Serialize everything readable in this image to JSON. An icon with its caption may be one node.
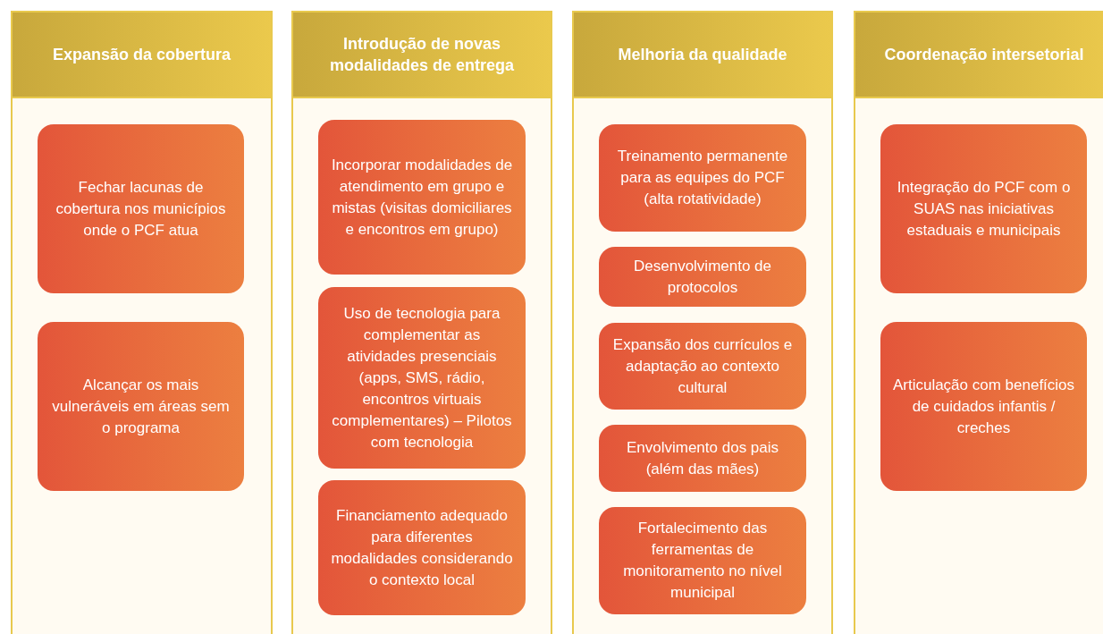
{
  "diagram": {
    "nodes": [
      {
        "text": [
          "Expansão da cobertura"
        ]
      },
      {
        "text": [
          "Fechar lacunas de cobertura nos municípios onde o PCF atua"
        ],
        "in": 0
      },
      {
        "text": [
          "Alcançar os mais vulneráveis em áreas sem o programa"
        ],
        "in": 0
      },
      {
        "text": [
          "Introdução de novas modalidades de entrega"
        ]
      },
      {
        "text": [
          "Incorporar modalidades de atendimento em grupo e mistas (visitas domiciliares e encontros em grupo)"
        ],
        "in": 3
      },
      {
        "text": [
          "Uso de tecnologia para complementar as atividades presenciais (apps, SMS, rádio, encontros virtuais complementares) – Pilotos com tecnologia"
        ],
        "in": 3
      },
      {
        "text": [
          "Financiamento adequado para diferentes modalidades considerando o contexto local"
        ],
        "in": 3
      },
      {
        "text": [
          "Melhoria da qualidade"
        ]
      },
      {
        "text": [
          "Treinamento permanente para as equipes do PCF (alta rotatividade)"
        ],
        "in": 7
      },
      {
        "text": [
          "Desenvolvimento de protocolos"
        ],
        "in": 7
      },
      {
        "text": [
          "Expansão dos currículos e adaptação ao contexto cultural"
        ],
        "in": 7
      },
      {
        "text": [
          "Envolvimento dos pais (além das mães)"
        ],
        "in": 7
      },
      {
        "text": [
          "Fortalecimento das ferramentas de monitoramento no nível municipal"
        ],
        "in": 7
      },
      {
        "text": [
          "Coordenação intersetorial"
        ]
      },
      {
        "text": [
          "Integração do PCF com o SUAS nas iniciativas estaduais e municipais"
        ],
        "in": 13
      },
      {
        "text": [
          "Articulação com benefícios de cuidados infantis / creches"
        ],
        "in": 13
      }
    ]
  }
}
